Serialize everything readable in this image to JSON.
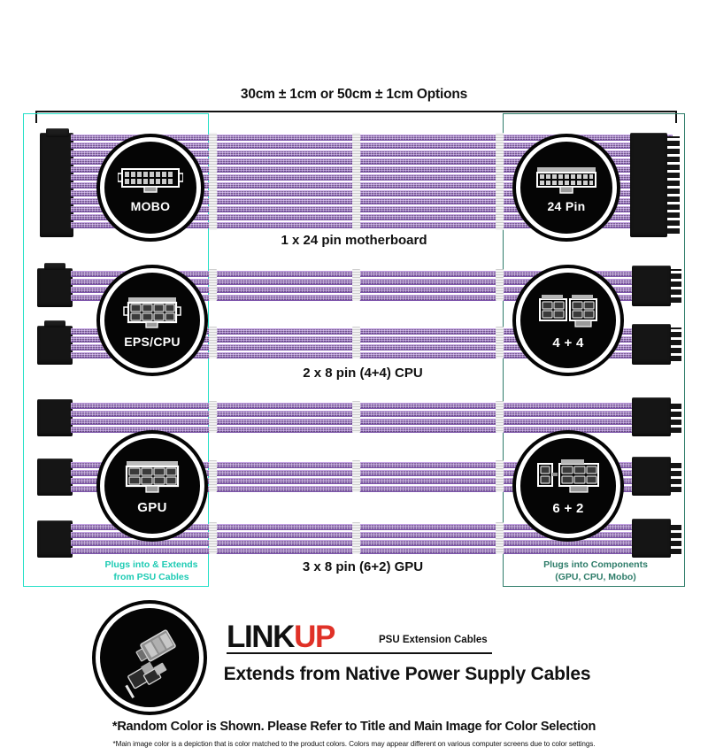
{
  "header": {
    "dimension_options": "30cm ± 1cm or 50cm ± 1cm Options"
  },
  "callouts": {
    "left": "Plugs into & Extends\nfrom PSU Cables",
    "left_line1": "Plugs into & Extends",
    "left_line2": "from PSU Cables",
    "right_line1": "Plugs into Components",
    "right_line2": "(GPU, CPU, Mobo)",
    "left_color": "#1ecbb4",
    "right_color": "#2f7d6a"
  },
  "rows": [
    {
      "id": "mobo",
      "left_badge": "MOBO",
      "right_badge": "24 Pin",
      "caption": "1 x 24 pin motherboard"
    },
    {
      "id": "cpu",
      "left_badge": "EPS/CPU",
      "right_badge": "4 + 4",
      "caption": "2 x 8 pin (4+4) CPU"
    },
    {
      "id": "gpu",
      "left_badge": "GPU",
      "right_badge": "6 + 2",
      "caption": "3 x 8 pin (6+2) GPU"
    }
  ],
  "brand": {
    "name_part1": "LINK",
    "name_part2": "UP",
    "tagline": "PSU Extension Cables",
    "headline": "Extends from Native Power Supply Cables",
    "accent_color": "#e03127"
  },
  "footer": {
    "disclaimer_main": "*Random Color is Shown. Please Refer to Title and Main Image for Color Selection",
    "disclaimer_fine": "*Main image color is a depiction that is color matched to the product colors. Colors may appear different on various computer screens due to color settings."
  },
  "product": {
    "cable_color": "#a87fd0"
  }
}
